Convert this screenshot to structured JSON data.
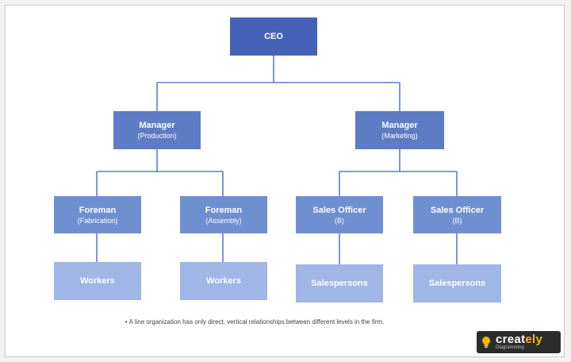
{
  "diagram": {
    "nodes": {
      "ceo": {
        "title": "CEO"
      },
      "mgr_prod": {
        "title": "Manager",
        "subtitle": "(Production)"
      },
      "mgr_mkt": {
        "title": "Manager",
        "subtitle": "(Marketing)"
      },
      "foreman_fab": {
        "title": "Foreman",
        "subtitle": "(Fabrication)"
      },
      "foreman_asm": {
        "title": "Foreman",
        "subtitle": "(Assembly)"
      },
      "sales_off_1": {
        "title": "Sales Officer",
        "subtitle": "(B)"
      },
      "sales_off_2": {
        "title": "Sales Officer",
        "subtitle": "(B)"
      },
      "workers_1": {
        "title": "Workers"
      },
      "workers_2": {
        "title": "Workers"
      },
      "salespersons_1": {
        "title": "Salespersons"
      },
      "salespersons_2": {
        "title": "Salespersons"
      }
    },
    "caption": "• A line organization has only direct, vertical relationships between different levels in the firm."
  },
  "branding": {
    "name_main": "creat",
    "name_accent": "ely",
    "tagline": "Diagramming",
    "accent_color": "#f5b800",
    "bulb_color": "#f5b800"
  },
  "colors": {
    "line": "#5b7ec7",
    "level0": "#4662b8",
    "level1": "#5e7cc6",
    "level2": "#6f8fd0",
    "level3": "#9fb6e6"
  }
}
